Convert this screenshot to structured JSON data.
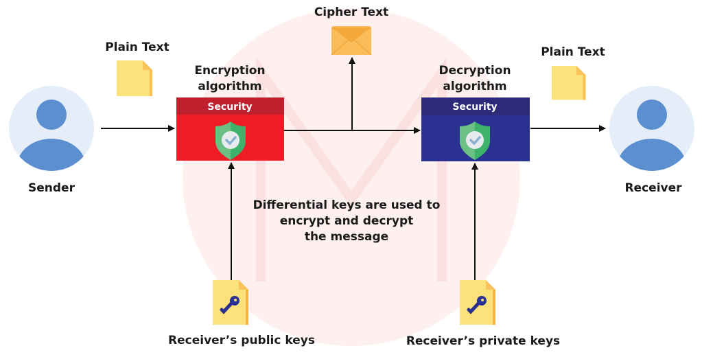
{
  "sender": {
    "label": "Sender"
  },
  "receiver": {
    "label": "Receiver"
  },
  "plain_text_left": "Plain Text",
  "plain_text_right": "Plain Text",
  "cipher_text": "Cipher Text",
  "encryption": {
    "title_line1": "Encryption",
    "title_line2": "algorithm",
    "header": "Security"
  },
  "decryption": {
    "title_line1": "Decryption",
    "title_line2": "algorithm",
    "header": "Security"
  },
  "note": {
    "line1": "Differential keys are used to",
    "line2": "encrypt and  decrypt",
    "line3": "the message"
  },
  "public_key_label": "Receiver’s public keys",
  "private_key_label": "Receiver’s private keys",
  "colors": {
    "encryption": "#ee1c25",
    "encryption_header": "#c0202e",
    "decryption": "#2b3190",
    "decryption_header": "#2e2a7a",
    "avatar": "#5b8fd0",
    "document": "#fde17a",
    "envelope": "#fbbd5a",
    "key": "#2b3190",
    "shield": "#3cb26b"
  }
}
